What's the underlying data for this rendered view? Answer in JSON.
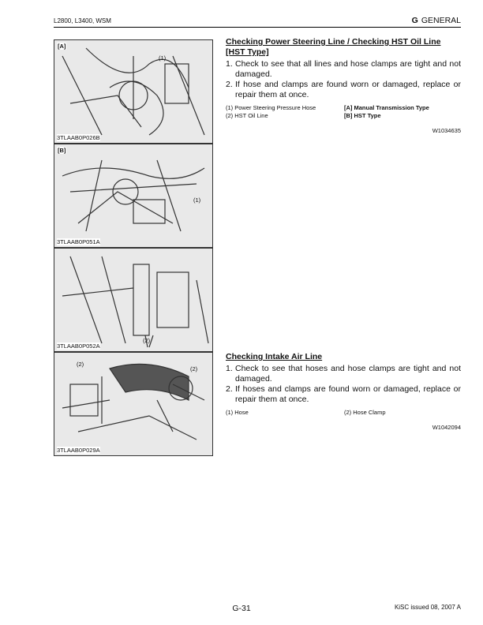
{
  "header": {
    "models": "L2800, L3400, WSM",
    "section_letter": "G",
    "section_name": "GENERAL"
  },
  "figures": [
    {
      "caption": "3TLAAB0P026B",
      "label": "[A]",
      "callouts": [
        "(1)"
      ]
    },
    {
      "caption": "3TLAAB0P051A",
      "label": "[B]",
      "callouts": [
        "(1)"
      ]
    },
    {
      "caption": "3TLAAB0P052A",
      "label": "",
      "callouts": [
        "(2)"
      ]
    },
    {
      "caption": "3TLAAB0P029A",
      "label": "",
      "callouts": [
        "(2)",
        "(2)"
      ]
    }
  ],
  "sections": [
    {
      "title": "Checking Power Steering Line / Checking HST Oil Line [HST Type]",
      "steps": [
        {
          "n": "1.",
          "text": "Check to see that all lines and hose clamps are tight and not damaged."
        },
        {
          "n": "2.",
          "text": "If hose and clamps are found worn or damaged, replace or repair them at once."
        }
      ],
      "legend": [
        "(1)  Power Steering Pressure Hose",
        "[A] Manual Transmission Type",
        "(2)  HST Oil Line",
        "[B] HST Type"
      ],
      "code": "W1034635"
    },
    {
      "title": "Checking Intake Air Line",
      "steps": [
        {
          "n": "1.",
          "text": "Check to see that hoses and hose clamps are tight and not damaged."
        },
        {
          "n": "2.",
          "text": "If hoses and clamps are found worn or damaged, replace or repair them at once."
        }
      ],
      "legend": [
        "(1)  Hose",
        "(2)  Hose Clamp"
      ],
      "code": "W1042094"
    }
  ],
  "footer": {
    "page": "G-31",
    "issued": "KiSC issued 08, 2007 A"
  }
}
